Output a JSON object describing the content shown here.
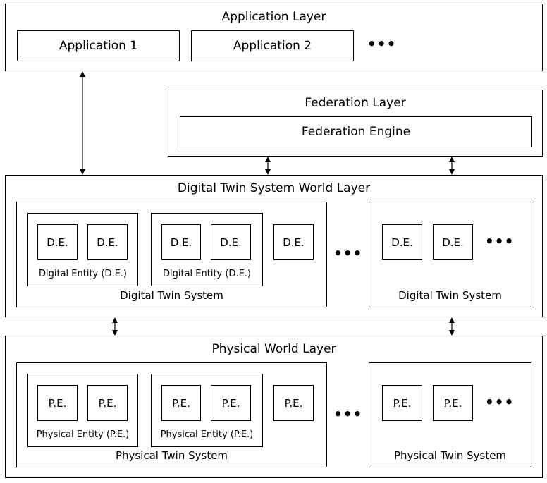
{
  "application_layer": {
    "title": "Application Layer",
    "apps": [
      "Application 1",
      "Application 2"
    ],
    "ellipsis": "•••"
  },
  "federation_layer": {
    "title": "Federation Layer",
    "engine": "Federation Engine"
  },
  "dt_layer": {
    "title": "Digital Twin System World Layer",
    "entity_abbrev": "D.E.",
    "entity_label": "Digital Entity (D.E.)",
    "system_label": "Digital Twin System",
    "ellipsis": "•••"
  },
  "physical_layer": {
    "title": "Physical World Layer",
    "entity_abbrev": "P.E.",
    "entity_label": "Physical Entity (P.E.)",
    "system_label": "Physical Twin System",
    "ellipsis": "•••"
  }
}
